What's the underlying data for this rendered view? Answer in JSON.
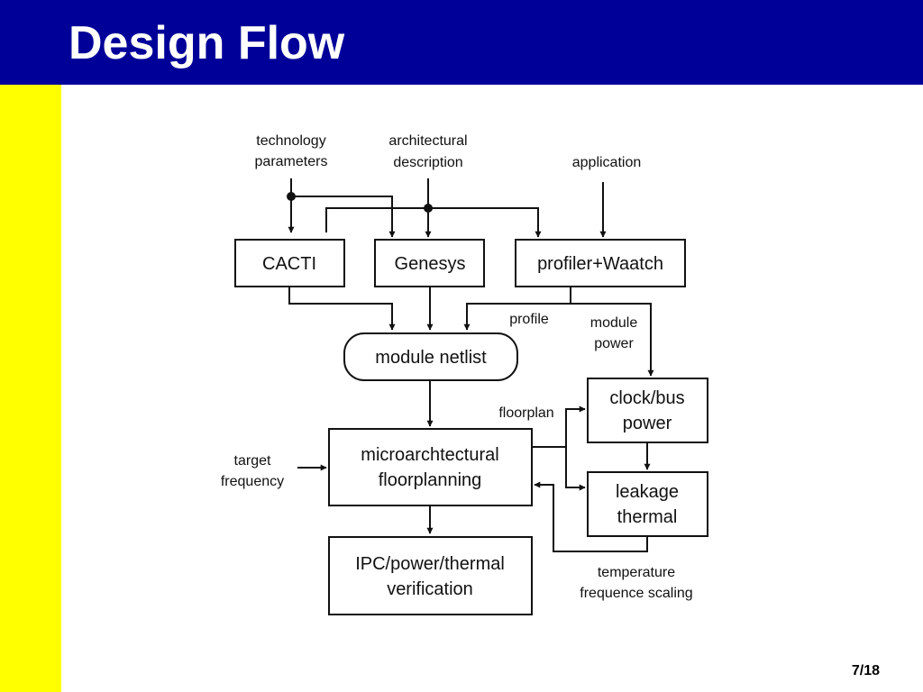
{
  "slide": {
    "title": "Design Flow",
    "page": "7/18",
    "colors": {
      "title_bar": "#000099",
      "side_bar": "#ffff00",
      "title_text": "#ffffff"
    }
  },
  "diagram": {
    "inputs": {
      "technology": [
        "technology",
        "parameters"
      ],
      "architectural": [
        "architectural",
        "description"
      ],
      "application": "application",
      "target_frequency": [
        "target",
        "frequency"
      ]
    },
    "boxes": {
      "cacti": "CACTI",
      "genesys": "Genesys",
      "profiler": "profiler+Waatch",
      "module_netlist": "module netlist",
      "floorplanning": [
        "microarchtectural",
        "floorplanning"
      ],
      "clock_bus": [
        "clock/bus",
        "power"
      ],
      "leakage": [
        "leakage",
        "thermal"
      ],
      "verification": [
        "IPC/power/thermal",
        "verification"
      ]
    },
    "edge_labels": {
      "profile": "profile",
      "module_power": [
        "module",
        "power"
      ],
      "floorplan": "floorplan",
      "temperature": [
        "temperature",
        "frequence scaling"
      ]
    }
  }
}
